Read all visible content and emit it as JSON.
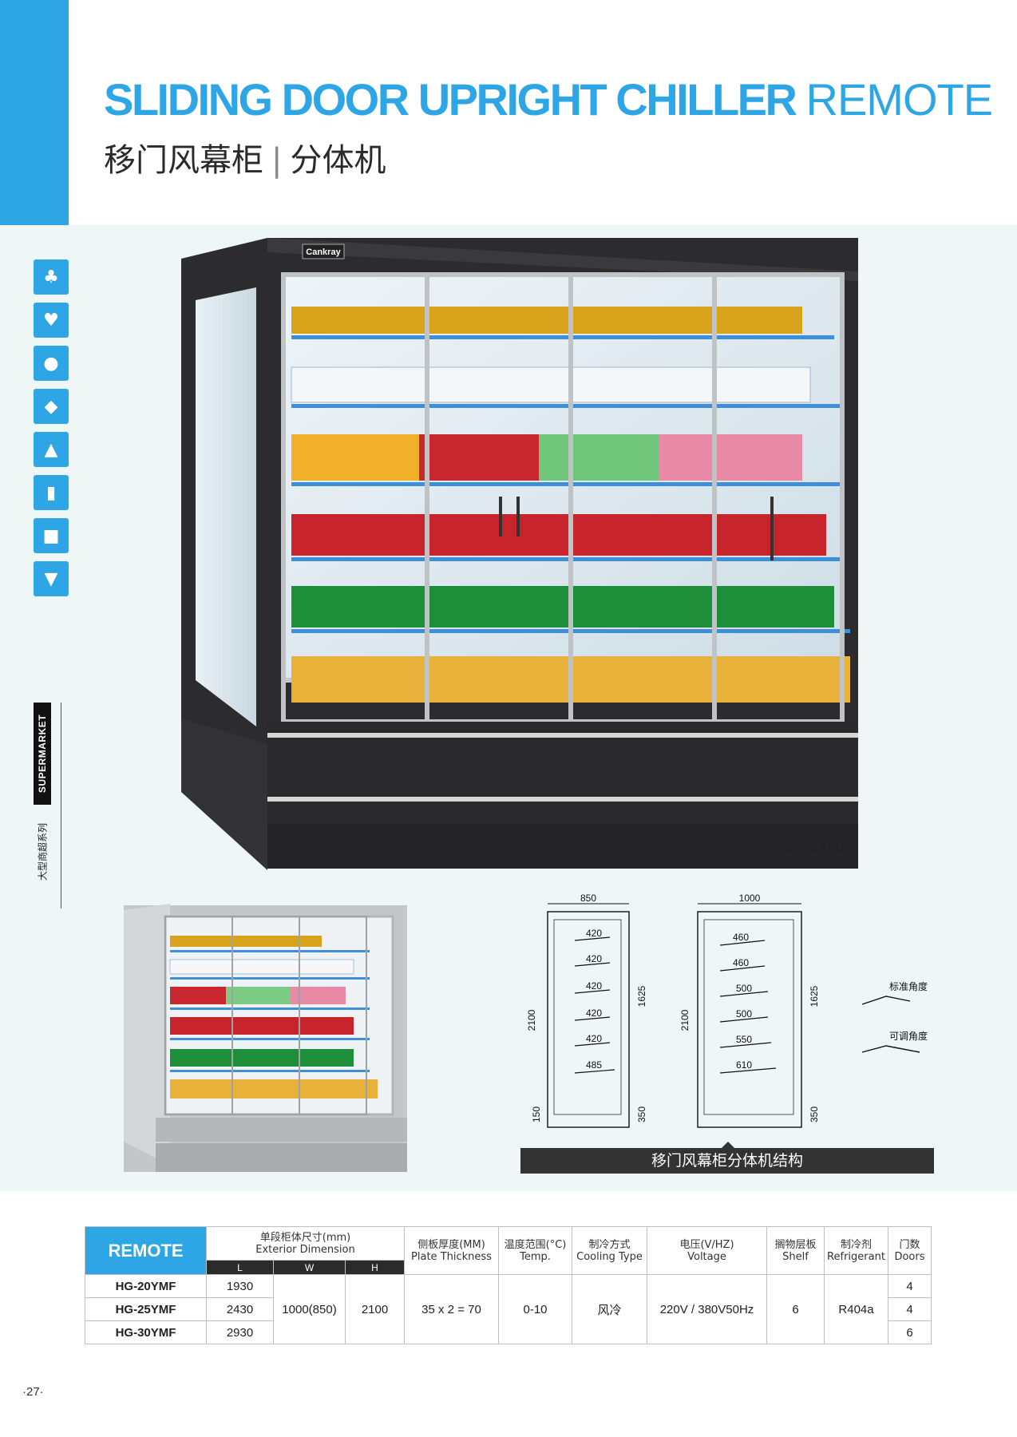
{
  "header": {
    "title_bold": "SLIDING DOOR UPRIGHT CHILLER",
    "title_thin": "REMOTE",
    "title_cn_left": "移门风幕柜",
    "title_cn_sep": "|",
    "title_cn_right": "分体机"
  },
  "sidebar": {
    "icons": [
      "vegetables-icon",
      "meat-icon",
      "fruit-icon",
      "cheese-icon",
      "cake-icon",
      "bottle-icon",
      "milk-carton-icon",
      "ice-cream-icon"
    ],
    "label_en": "SUPERMARKET",
    "label_cn": "大型商超系列"
  },
  "hero": {
    "brand": "Cankray",
    "model": "HG-25YMF"
  },
  "diagram": {
    "left": {
      "width": "850",
      "height": "2100",
      "inner": "1625",
      "base": "350",
      "foot": "150",
      "shelves": [
        "420",
        "420",
        "420",
        "420",
        "420",
        "485"
      ]
    },
    "right": {
      "width": "1000",
      "height": "2100",
      "inner": "1625",
      "base": "350",
      "shelves": [
        "460",
        "460",
        "500",
        "500",
        "550",
        "610"
      ]
    },
    "angle_std": "标准角度",
    "angle_adj": "可调角度",
    "section_title": "移门风幕柜分体机结构"
  },
  "spec_table": {
    "remote": "REMOTE",
    "dim_cn": "单段柜体尺寸(mm)",
    "dim_en": "Exterior Dimension",
    "dim_l": "L",
    "dim_w": "W",
    "dim_h": "H",
    "plate_cn": "侧板厚度(MM)",
    "plate_en": "Plate Thickness",
    "temp_cn": "温度范围(°C)",
    "temp_en": "Temp.",
    "cool_cn": "制冷方式",
    "cool_en": "Cooling Type",
    "volt_cn": "电压(V/HZ)",
    "volt_en": "Voltage",
    "shelf_cn": "搁物层板",
    "shelf_en": "Shelf",
    "ref_cn": "制冷剂",
    "ref_en": "Refrigerant",
    "doors_cn": "门数",
    "doors_en": "Doors",
    "rows": [
      {
        "model": "HG-20YMF",
        "l": "1930",
        "doors": "4"
      },
      {
        "model": "HG-25YMF",
        "l": "2430",
        "doors": "4"
      },
      {
        "model": "HG-30YMF",
        "l": "2930",
        "doors": "6"
      }
    ],
    "w": "1000(850)",
    "h": "2100",
    "plate": "35 x 2 = 70",
    "temp": "0-10",
    "cooling": "风冷",
    "voltage": "220V / 380V50Hz",
    "shelf": "6",
    "refrigerant": "R404a"
  },
  "page_number": "·27·",
  "colors": {
    "brand_blue": "#2ea6e6",
    "dark": "#2b2b2b",
    "band": "#eef6f6"
  }
}
